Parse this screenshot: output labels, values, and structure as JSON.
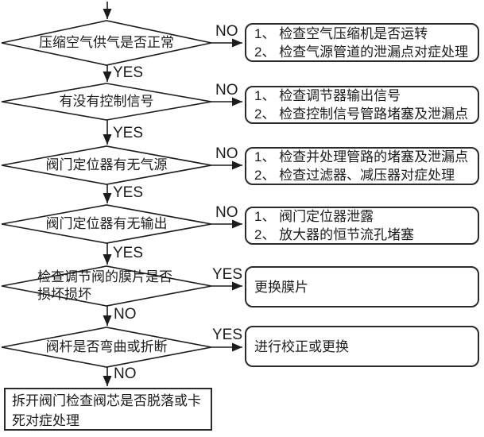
{
  "flowchart": {
    "decisions": [
      {
        "label": "压缩空气供气是否正常",
        "right_label": "NO",
        "down_label": "YES"
      },
      {
        "label": "有没有控制信号",
        "right_label": "NO",
        "down_label": "YES"
      },
      {
        "label": "阀门定位器有无气源",
        "right_label": "NO",
        "down_label": "YES"
      },
      {
        "label": "阀门定位器有无输出",
        "right_label": "NO",
        "down_label": "YES"
      },
      {
        "label": "检查调节阀的膜片是否损坏损坏",
        "right_label": "YES",
        "down_label": "NO"
      },
      {
        "label": "阀杆是否弯曲或折断",
        "right_label": "YES",
        "down_label": "NO"
      }
    ],
    "actions": [
      {
        "lines": [
          "1、 检查空气压缩机是否运转",
          "2、 检查气源管道的泄漏点对症处理"
        ]
      },
      {
        "lines": [
          "1、 检查调节器输出信号",
          "2、 检查控制信号管路堵塞及泄漏点"
        ]
      },
      {
        "lines": [
          "1、 检查并处理管路的堵塞及泄漏点",
          "2、 检查过滤器、减压器对症处理"
        ]
      },
      {
        "lines": [
          "1、 阀门定位器泄露",
          "2、 放大器的恒节流孔堵塞"
        ]
      },
      {
        "lines": [
          "更换膜片"
        ]
      },
      {
        "lines": [
          "进行校正或更换"
        ]
      }
    ],
    "terminal": {
      "label": "拆开阀门检查阀芯是否脱落或卡死对症处理"
    },
    "colors": {
      "line": "#1c1c1c",
      "text": "#1c1c1c",
      "background": "#ffffff"
    }
  }
}
